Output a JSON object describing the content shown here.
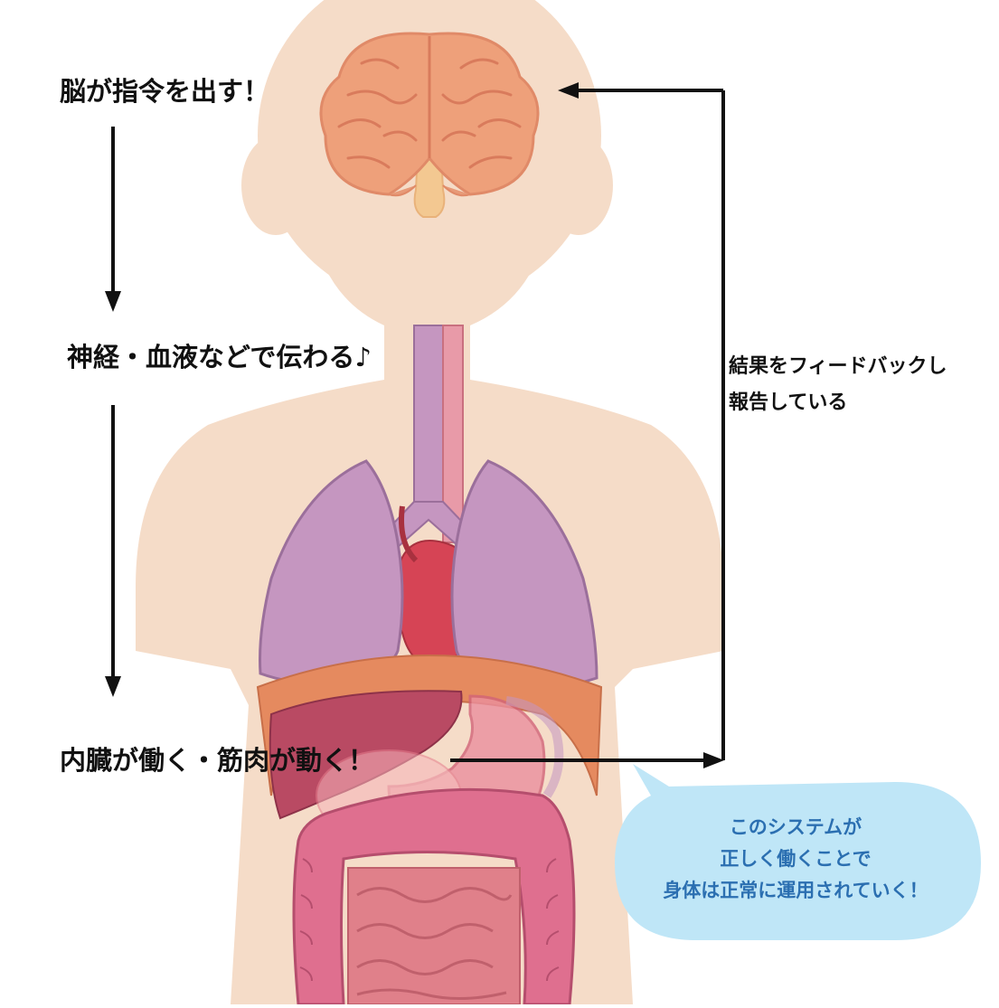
{
  "labels": {
    "brain": "脳が指令を出す！",
    "nerves": "神経・血液などで伝わる♪",
    "organs": "内臓が働く・筋肉が動く！",
    "feedback_line1": "結果をフィードバックし",
    "feedback_line2": "報告している"
  },
  "bubble": {
    "line1": "このシステムが",
    "line2": "正しく働くことで",
    "line3": "身体は正常に運用されていく！"
  },
  "colors": {
    "skin": "#f5dcc8",
    "brain": "#eea07a",
    "lung": "#c596c0",
    "heart": "#d64455",
    "liver": "#b94a63",
    "intestine": "#df6f8f",
    "diaphragm": "#e58a5f",
    "bubble": "#bfe6f7",
    "bubble_text": "#2b6fb1",
    "arrow": "#111111"
  }
}
